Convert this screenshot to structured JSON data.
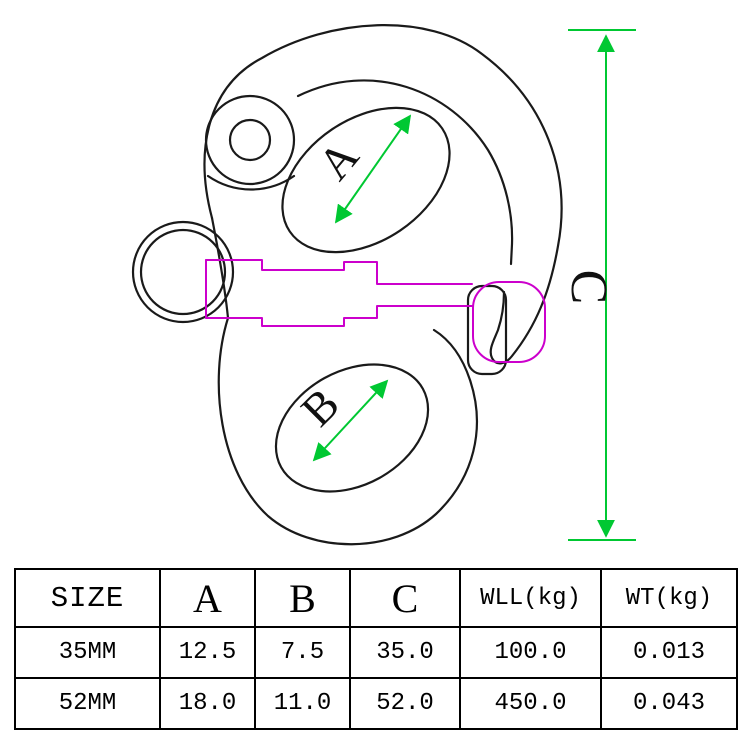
{
  "diagram": {
    "labels": {
      "a": "A",
      "b": "B",
      "c": "C"
    },
    "colors": {
      "outline": "#1a1a1a",
      "dimension": "#00c832",
      "pin": "#cc00cc"
    }
  },
  "table": {
    "headers": [
      "SIZE",
      "A",
      "B",
      "C",
      "WLL(kg)",
      "WT(kg)"
    ],
    "rows": [
      [
        "35MM",
        "12.5",
        "7.5",
        "35.0",
        "100.0",
        "0.013"
      ],
      [
        "52MM",
        "18.0",
        "11.0",
        "52.0",
        "450.0",
        "0.043"
      ]
    ]
  }
}
